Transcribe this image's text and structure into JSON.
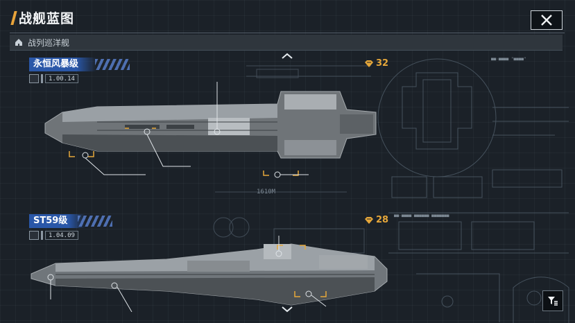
{
  "header": {
    "title": "战舰蓝图"
  },
  "category": {
    "label": "战列巡洋舰"
  },
  "ships": [
    {
      "name": "永恒风暴级",
      "build_time": "1.00.14",
      "cost": "32",
      "length_label": "1610M"
    },
    {
      "name": "ST59级",
      "build_time": "1.04.09",
      "cost": "28"
    }
  ],
  "colors": {
    "accent": "#e8a33a",
    "name_bar": "#2a57a8",
    "gold": "#e6a73a"
  },
  "icons": {
    "close": "close-icon",
    "home": "home-icon",
    "filter": "filter-icon",
    "up": "chevron-up-icon",
    "down": "chevron-down-icon",
    "cost": "cost-icon"
  }
}
